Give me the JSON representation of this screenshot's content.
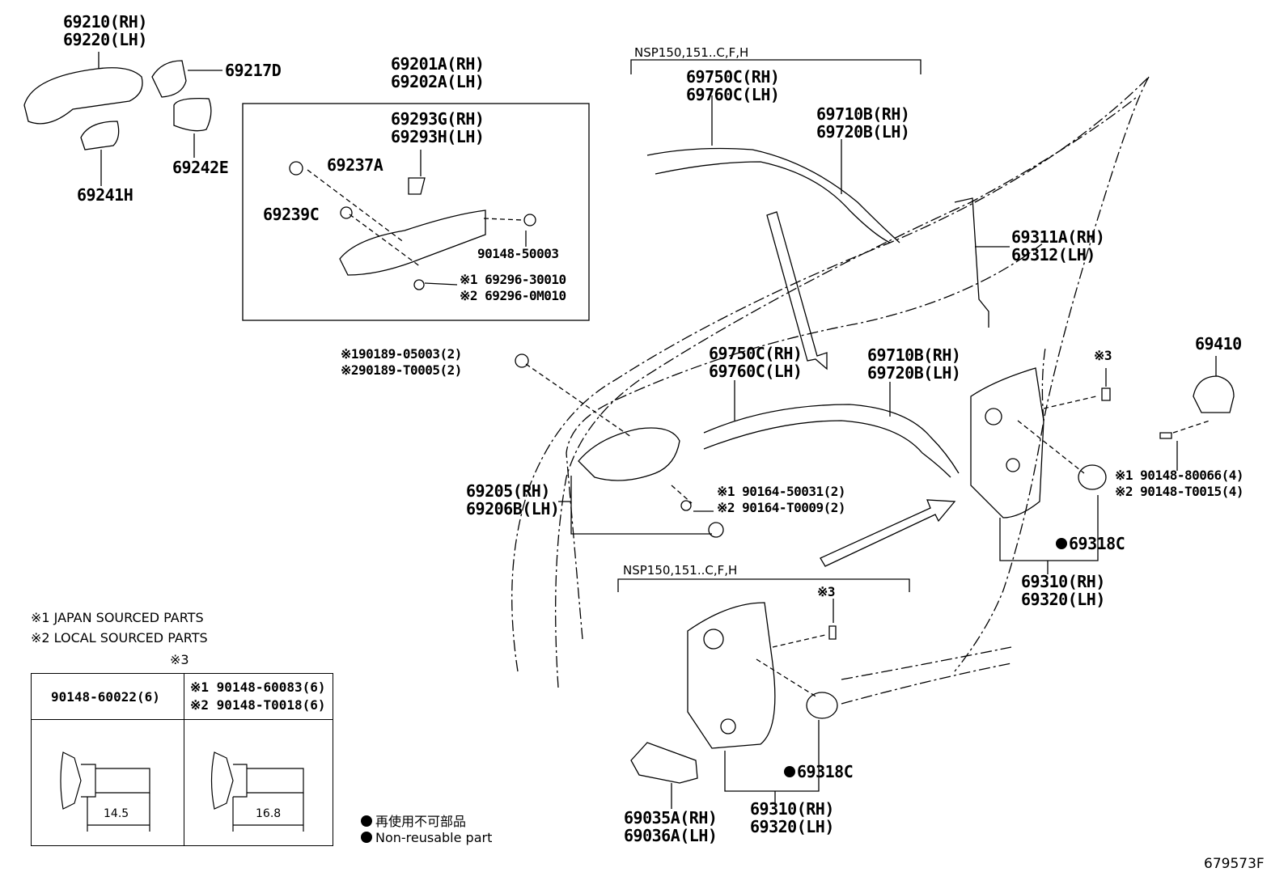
{
  "labels": {
    "handle_outer": [
      "69210(RH)",
      "69220(LH)"
    ],
    "cap": "69217D",
    "pad_a": "69241H",
    "pad_b": "69242E",
    "frame_assy": [
      "69201A(RH)",
      "69202A(LH)"
    ],
    "frame_inner": [
      "69293G(RH)",
      "69293H(LH)"
    ],
    "clip_a": "69237A",
    "clip_b": "69239C",
    "frame_bolt": "90148-50003",
    "frame_screw": [
      "※1 69296-30010",
      "※2 69296-0M010"
    ],
    "cable_top": [
      "69750C(RH)",
      "69760C(LH)"
    ],
    "cable_top2": [
      "69710B(RH)",
      "69720B(LH)"
    ],
    "rod": [
      "69311A(RH)",
      "69312(LH)"
    ],
    "striker": "69410",
    "clip_mid": [
      "※190189-05003(2)",
      "※290189-T0005(2)"
    ],
    "cable_mid": [
      "69750C(RH)",
      "69760C(LH)"
    ],
    "cable_mid2": [
      "69710B(RH)",
      "69720B(LH)"
    ],
    "inner_handle": [
      "69205(RH)",
      "69206B(LH)"
    ],
    "inner_screw": [
      "※1 90164-50031(2)",
      "※2 90164-T0009(2)"
    ],
    "striker_screw": [
      "※1 90148-80066(4)",
      "※2 90148-T0015(4)"
    ],
    "lock_top": [
      "69310(RH)",
      "69320(LH)"
    ],
    "seal_top": "69318C",
    "ref3_top": "※3",
    "ref3_bottom": "※3",
    "seal_bottom": "69318C",
    "lock_bottom": [
      "69310(RH)",
      "69320(LH)"
    ],
    "cover": [
      "69035A(RH)",
      "69036A(LH)"
    ]
  },
  "headers": {
    "top": "NSP150,151..C,F,H",
    "bottom": "NSP150,151..C,F,H"
  },
  "notes": {
    "japan": "※1 JAPAN SOURCED PARTS",
    "local": "※2 LOCAL SOURCED PARTS",
    "table_ref": "※3"
  },
  "table": {
    "left_header": "90148-60022(6)",
    "right_header": [
      "※1 90148-60083(6)",
      "※2 90148-T0018(6)"
    ],
    "left_dim": "14.5",
    "right_dim": "16.8"
  },
  "legend": {
    "jp": "再使用不可部品",
    "en": "Non-reusable part"
  },
  "figure_id": "679573F"
}
